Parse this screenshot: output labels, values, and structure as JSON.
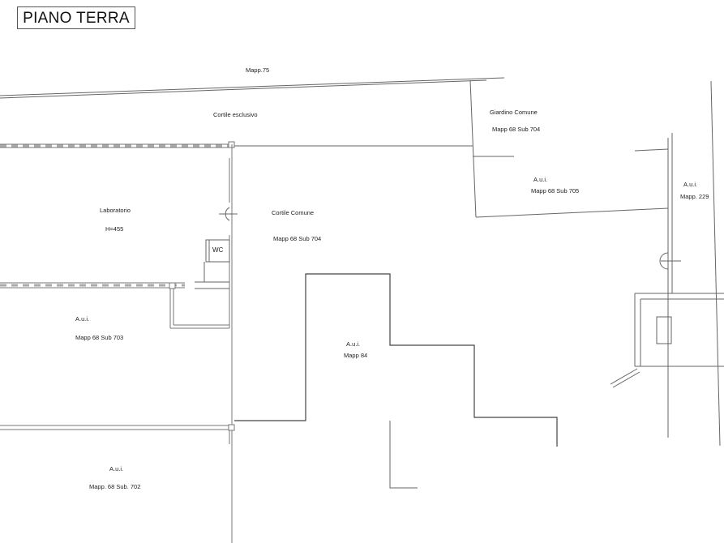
{
  "title": "PIANO TERRA",
  "labels": {
    "mapp75": "Mapp.75",
    "cortile_esclusivo": "Cortile esclusivo",
    "giardino_comune": "Giardino  Comune",
    "giardino_mapp": "Mapp 68 Sub 704",
    "aui_705": "A.u.i.",
    "mapp_705": "Mapp 68 Sub 705",
    "aui_229": "A.u.i.",
    "mapp_229": "Mapp. 229",
    "laboratorio": "Laboratorio",
    "laboratorio_h": "H=455",
    "cortile_comune": "Cortile Comune",
    "cortile_comune_mapp": "Mapp 68 Sub 704",
    "wc": "WC",
    "aui_703": "A.u.i.",
    "mapp_703": "Mapp 68 Sub 703",
    "aui_84": "A.u.i.",
    "mapp_84": "Mapp 84",
    "aui_702": "A.u.i.",
    "mapp_702": "Mapp.  68  Sub. 702"
  }
}
